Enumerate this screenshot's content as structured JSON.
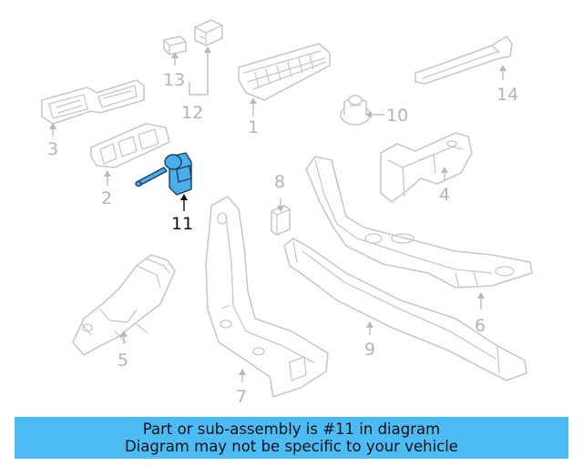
{
  "callouts": {
    "c1": "1",
    "c2": "2",
    "c3": "3",
    "c4": "4",
    "c5": "5",
    "c6": "6",
    "c7": "7",
    "c8": "8",
    "c9": "9",
    "c10": "10",
    "c11": "11",
    "c12": "12",
    "c13": "13",
    "c14": "14"
  },
  "highlighted_part": "11",
  "banner": {
    "line1": "Part or sub-assembly is #11 in diagram",
    "line2": "Diagram may not be specific to your vehicle"
  },
  "colors": {
    "banner_bg": "#4dbcf5",
    "highlight_fill": "#4aaee8",
    "part_stroke": "#c8c8c8"
  }
}
